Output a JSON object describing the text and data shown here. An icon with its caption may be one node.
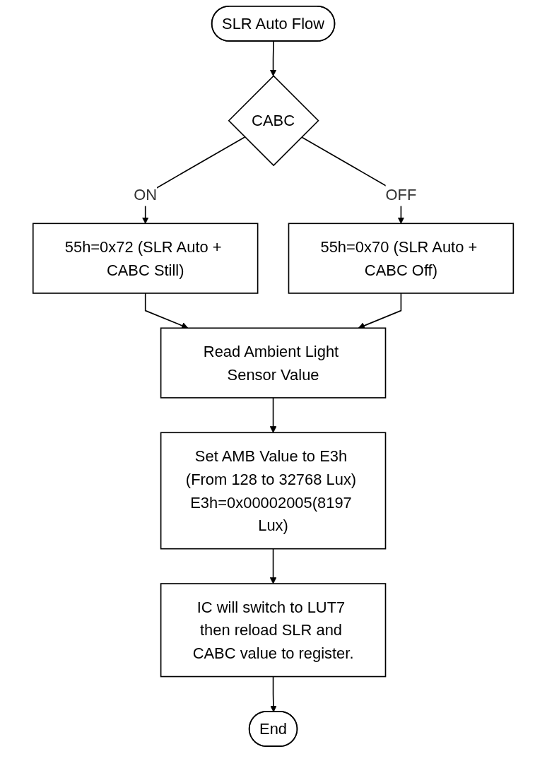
{
  "diagram": {
    "nodes": [
      {
        "text": [
          "SLR Auto Flow"
        ]
      },
      {
        "text": [
          "CABC"
        ]
      },
      {
        "text": [
          "55h=0x72 (SLR Auto + CABC Still)"
        ]
      },
      {
        "text": [
          "55h=0x70 (SLR Auto + CABC Off)"
        ]
      },
      {
        "text": [
          "Read Ambient Light Sensor Value"
        ]
      },
      {
        "text": [
          "Set AMB Value to E3h (From 128 to 32768 Lux) E3h=0x00002005(8197 Lux)"
        ]
      },
      {
        "text": [
          "IC will switch to LUT7 then reload SLR and CABC value to register."
        ]
      },
      {
        "text": [
          "End"
        ]
      }
    ],
    "edges": [
      {
        "from": 0,
        "to": 1,
        "arrow": "to"
      },
      {
        "from": 1,
        "to": 2,
        "arrow": "to",
        "label": "ON"
      },
      {
        "from": 1,
        "to": 3,
        "arrow": "to",
        "label": "OFF"
      },
      {
        "from": 2,
        "to": 4,
        "arrow": "to"
      },
      {
        "from": 3,
        "to": 4,
        "arrow": "to"
      },
      {
        "from": 4,
        "to": 5,
        "arrow": "to"
      },
      {
        "from": 5,
        "to": 6,
        "arrow": "to"
      },
      {
        "from": 6,
        "to": 7,
        "arrow": "to"
      }
    ]
  }
}
